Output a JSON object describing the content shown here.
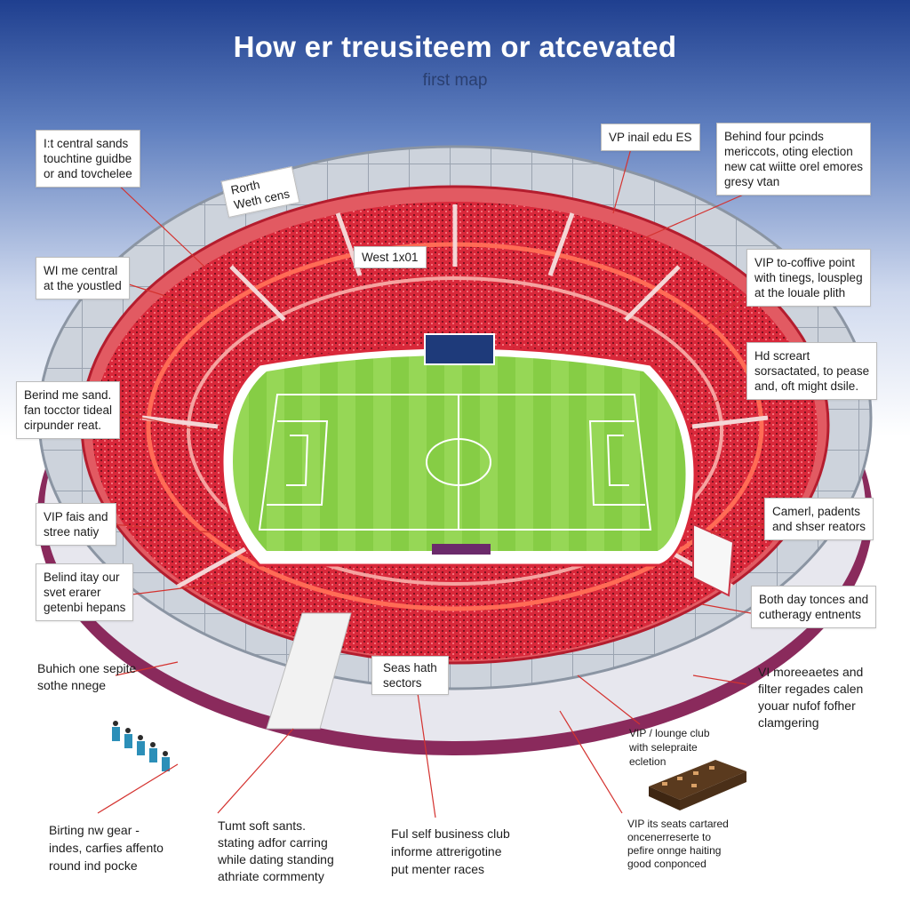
{
  "title": "How er treusiteem or atcevated",
  "subtitle": "first map",
  "colors": {
    "seat_red": "#d9283a",
    "pitch_green": "#8fd14f",
    "roof_grey": "#c9ced6",
    "leader_red": "#d4322f",
    "band_purple": "#8a2a5c"
  },
  "stadium_labels": {
    "west": "West 1x01",
    "north": "Rorth\nWeth cens",
    "sectors": "Seas hath\nsectors"
  },
  "callouts": [
    {
      "id": "c1",
      "text": "I:t central sands\ntouchtine guidbe\nor and tovchelee"
    },
    {
      "id": "c2",
      "text": "VP inail edu ES"
    },
    {
      "id": "c3",
      "text": "Behind four pcinds\nmericcots, oting election\nnew cat wiitte orel emores\ngresy vtan"
    },
    {
      "id": "c4",
      "text": "WI me central\nat the youstled"
    },
    {
      "id": "c5",
      "text": "VIP to-coffive point\nwith tinegs, louspleg\nat the louale plith"
    },
    {
      "id": "c6",
      "text": "Hd screart\nsorsactated, to pease\nand, oft might dsile."
    },
    {
      "id": "c7",
      "text": "Berind me sand.\nfan tocctor tideal\ncirpunder reat."
    },
    {
      "id": "c8",
      "text": "VIP fais and\nstree natiy"
    },
    {
      "id": "c9",
      "text": "Camerl, padents\nand shser reators"
    },
    {
      "id": "c10",
      "text": "Belind itay our\nsvet erarer\ngetenbi hepans"
    },
    {
      "id": "c11",
      "text": "Both day tonces and\ncutheragy entnents"
    },
    {
      "id": "c12",
      "text": "Buhich one sepite\nsothe nnege"
    },
    {
      "id": "c13",
      "text": "VI moreeaetes and\nfilter regades calen\nyouar nufof fofher\nclamgering"
    },
    {
      "id": "c14",
      "text": "VIP / lounge club\nwith selepraite\necletion"
    },
    {
      "id": "c15",
      "text": "Birting nw gear -\nindes, carfies affento\nround ind pocke"
    },
    {
      "id": "c16",
      "text": "Tumt soft sants.\nstating adfor carring\nwhile dating standing\nathriate cormmenty"
    },
    {
      "id": "c17",
      "text": "Ful self business club\ninforme attrerigotine\nput menter races"
    },
    {
      "id": "c18",
      "text": "VIP its seats cartared\noncenerreserte to\npefire onnge haiting\ngood conponced"
    }
  ]
}
